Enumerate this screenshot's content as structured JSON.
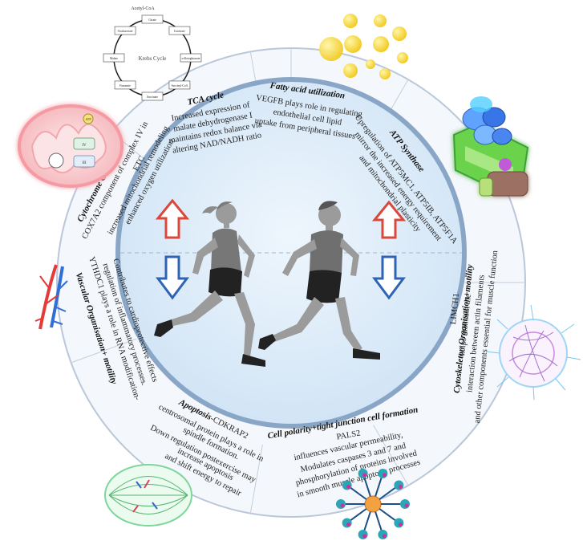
{
  "segments": [
    {
      "id": "tca",
      "title": "TCA cycle",
      "lines": [
        "Increased expression of",
        "malate dehydrogenase I",
        "maintains redox balance via",
        "altering NAD/NADH ratio"
      ]
    },
    {
      "id": "fatty",
      "title": "Fatty acid utilization",
      "lines": [
        "VEGFB plays role in regulating",
        "endothelial cell lipid",
        "uptake from peripheral tissues"
      ]
    },
    {
      "id": "atp",
      "title": "ATP Synthase",
      "lines": [
        "Upregulation of ATP5MC1, ATP5IB, ATP5F1A",
        "mirror the increased energy requirement",
        "and mitochondrial plasticity"
      ]
    },
    {
      "id": "cytoskeleton",
      "title": "Cytoskeleton Organisation+motility",
      "lines": [
        "LIMCH1",
        "helps maintain the",
        "interaction between actin filaments",
        "and other components essential for muscle function"
      ]
    },
    {
      "id": "polarity",
      "title": "Cell polarity+tight junction cell formation",
      "lines": [
        "PALS2",
        "influences vascular permeability,",
        "Modulates caspases 3 and 7 and",
        "phosphorylation of proteins involved",
        "in smooth muscle apoptotic processes"
      ]
    },
    {
      "id": "apoptosis",
      "title": "Apoptosis",
      "title_suffix": "-CDKRAP2",
      "lines": [
        "centrosomal protein plays a role in",
        "spindle formation.",
        "Down regulation postexercise may",
        "increase apoptosis",
        "and shift energy to repair"
      ]
    },
    {
      "id": "vascular",
      "title": "Vascular Organisation+ motility",
      "lines": [
        "YTHDC1 plays a role in RNA modification-",
        "regulation of inflammatory processes.",
        "Contributes to cardioprotective effects"
      ]
    },
    {
      "id": "cytochrome",
      "title": "Cytochrome C subunit",
      "lines": [
        "COX7A2 component of complex IV in",
        "ETC",
        "increased mitochondrial remodeling",
        "enhanced oxygen utilization"
      ]
    }
  ],
  "krebs": {
    "center_label": "Krebs Cycle",
    "top_label": "Acetyl-CoA",
    "nodes": [
      "Citrate",
      "Isocitrate",
      "α-Ketoglutarate",
      "Succinyl-CoA",
      "Succinate",
      "Fumarate",
      "Malate",
      "Oxaloacetate"
    ]
  },
  "mito_labels": [
    "ATP",
    "IV",
    "III"
  ],
  "colors": {
    "ring": "#f4f7fb",
    "ring_border": "#b9c7d9",
    "inner_border": "#8aa6c6",
    "inner_fill": "#dcecfa",
    "arrow_up": "#d9483b",
    "arrow_down": "#2e64b5",
    "runner_skin": "#9b9b9b",
    "runner_dark": "#222222"
  }
}
